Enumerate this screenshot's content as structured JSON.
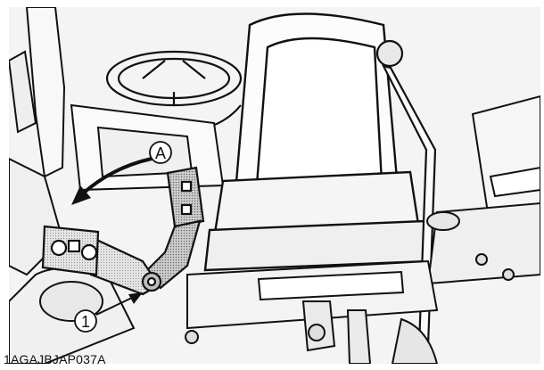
{
  "figure": {
    "code": "1AGAJBJAP037A"
  },
  "callouts": {
    "a": "A",
    "one": "1"
  }
}
